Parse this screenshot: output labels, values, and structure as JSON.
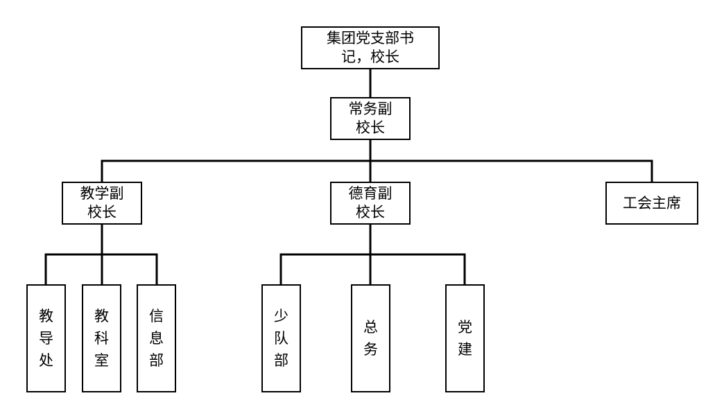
{
  "org_chart": {
    "top": "集团党支部书\n记，校长",
    "executive_vp": "常务副\n校长",
    "teaching_vp": "教学副\n校长",
    "moral_vp": "德育副\n校长",
    "union_chair": "工会主席",
    "teaching_departments": [
      "教导处",
      "教科室",
      "信息部"
    ],
    "moral_departments": [
      "少队部",
      "总务",
      "党建"
    ]
  },
  "colors": {
    "line": "#000000",
    "box_border": "#000000",
    "background": "#ffffff"
  }
}
